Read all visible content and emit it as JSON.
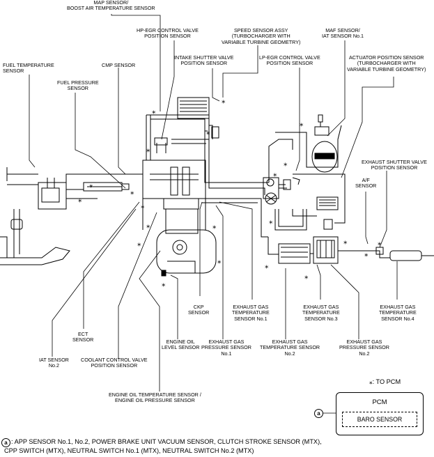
{
  "labels": {
    "map_sensor": "MAP SENSOR/\nBOOST AIR TEMPERATURE SENSOR",
    "hp_egr": "HP-EGR CONTROL VALVE\nPOSITION SENSOR",
    "speed_sensor": "SPEED SENSOR ASSY\n(TURBOCHARGER WITH\nVARIABLE TURBINE GEOMETRY)",
    "maf_sensor": "MAF SENSOR/\nIAT SENSOR No.1",
    "fuel_temp": "FUEL TEMPERATURE\nSENSOR",
    "intake_shutter": "INTAKE SHUTTER VALVE\nPOSITION SENSOR",
    "lp_egr": "LP-EGR CONTROL VALVE\nPOSITION SENSOR",
    "actuator_pos": "ACTUATOR POSITION SENSOR\n(TURBOCHARGER WITH\nVARIABLE TURBINE GEOMETRY)",
    "cmp": "CMP SENSOR",
    "fuel_pressure": "FUEL PRESSURE\nSENSOR",
    "exhaust_shutter": "EXHAUST SHUTTER VALVE\nPOSITION SENSOR",
    "af_sensor": "A/F\nSENSOR",
    "ckp": "CKP\nSENSOR",
    "egt1": "EXHAUST GAS\nTEMPERATURE\nSENSOR No.1",
    "egt3": "EXHAUST GAS\nTEMPERATURE\nSENSOR No.3",
    "egt4": "EXHAUST GAS\nTEMPERATURE\nSENSOR No.4",
    "ect": "ECT\nSENSOR",
    "iat2": "IAT SENSOR\nNo.2",
    "coolant_ctrl": "COOLANT CONTROL VALVE\nPOSITION SENSOR",
    "oil_level": "ENGINE OIL\nLEVEL SENSOR",
    "egp1": "EXHAUST GAS\nPRESSURE SENSOR\nNo.1",
    "egt2": "EXHAUST GAS\nTEMPERATURE SENSOR\nNo.2",
    "egp2": "EXHAUST GAS\nPRESSURE SENSOR\nNo.2",
    "oil_temp": "ENGINE OIL TEMPERATURE SENSOR /\nENGINE OIL PRESSURE SENSOR"
  },
  "legend": {
    "to_pcm": "⁎: TO PCM"
  },
  "pcm": {
    "title": "PCM",
    "baro": "BARO SENSOR",
    "marker": "a"
  },
  "footnote": {
    "marker": "a",
    "line1": ": APP SENSOR No.1, No.2, POWER BRAKE UNIT VACUUM SENSOR, CLUTCH STROKE SENSOR (MTX),",
    "line2": "CPP SWITCH (MTX), NEUTRAL SWITCH No.1 (MTX), NEUTRAL SWITCH No.2 (MTX)"
  },
  "icons": {
    "to_pcm_mark": "asterisk-icon"
  }
}
